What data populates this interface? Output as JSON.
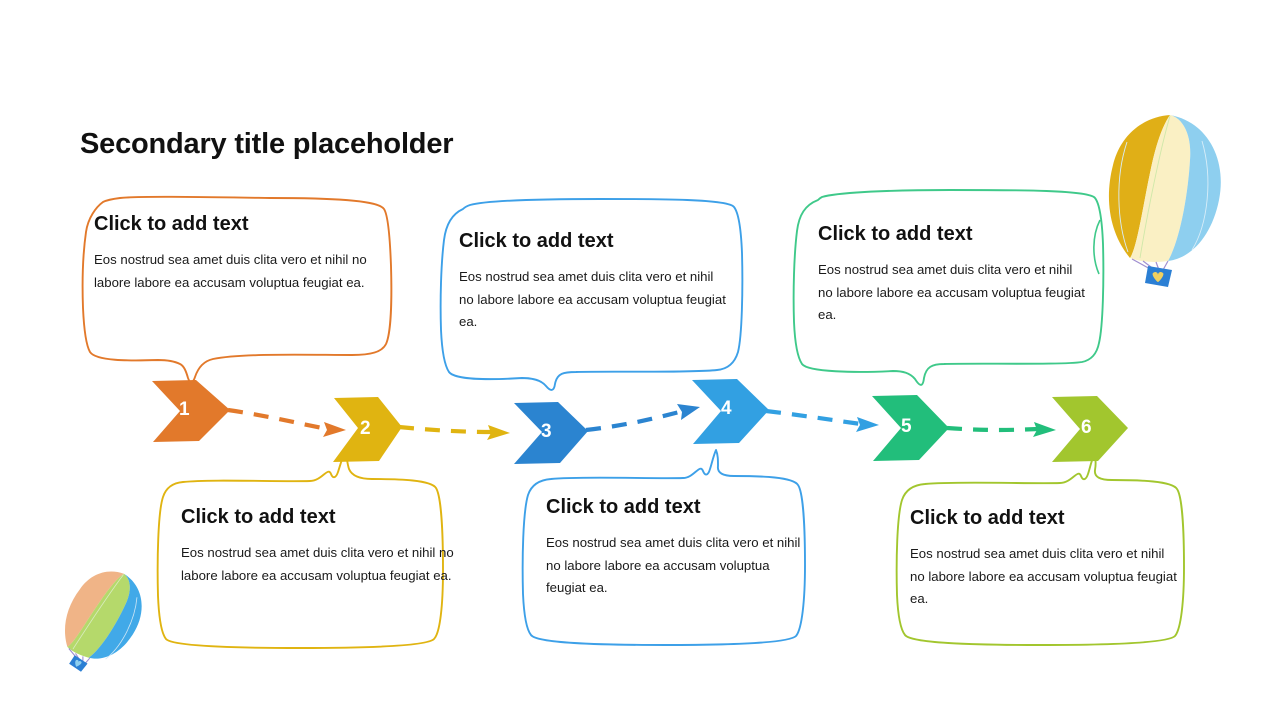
{
  "slide": {
    "title": "Secondary title placeholder",
    "background_color": "#FFFFFF"
  },
  "steps": [
    {
      "number": "1",
      "color": "#E2792B",
      "heading": "Click to add text",
      "body": "Eos nostrud sea amet duis clita vero et nihil no labore labore ea accusam voluptua feugiat ea.",
      "bubble_position": "above"
    },
    {
      "number": "2",
      "color": "#E0B411",
      "heading": "Click to add text",
      "body": "Eos nostrud sea amet duis clita vero et nihil no labore labore ea accusam voluptua feugiat ea.",
      "bubble_position": "below"
    },
    {
      "number": "3",
      "color": "#2B84D0",
      "heading": "Click to add text",
      "body": "Eos nostrud sea amet duis clita vero et nihil no labore labore ea accusam voluptua feugiat ea.",
      "bubble_position": "above"
    },
    {
      "number": "4",
      "color": "#32A0E2",
      "heading": "Click to add text",
      "body": "Eos nostrud sea amet duis clita vero et nihil no labore labore ea accusam voluptua feugiat ea.",
      "bubble_position": "below"
    },
    {
      "number": "5",
      "color": "#22BE7B",
      "heading": "Click to add text",
      "body": "Eos nostrud sea amet duis clita vero et nihil no labore labore ea accusam voluptua feugiat ea.",
      "bubble_position": "above"
    },
    {
      "number": "6",
      "color": "#A2C62E",
      "heading": "Click to add text",
      "body": "Eos nostrud sea amet duis clita vero et nihil no labore labore ea accusam voluptua feugiat ea.",
      "bubble_position": "below"
    }
  ],
  "connectors": [
    {
      "from": "1",
      "to": "2",
      "color": "#E2792B",
      "style": "dashed-arrow"
    },
    {
      "from": "2",
      "to": "3",
      "color": "#E0B411",
      "style": "dashed-arrow"
    },
    {
      "from": "3",
      "to": "4",
      "color": "#2B84D0",
      "style": "dashed-arrow"
    },
    {
      "from": "4",
      "to": "5",
      "color": "#32A0E2",
      "style": "dashed-arrow"
    },
    {
      "from": "5",
      "to": "6",
      "color": "#22BE7B",
      "style": "dashed-arrow"
    }
  ],
  "decorations": [
    {
      "name": "hot-air-balloon-top-right",
      "panel_colors": [
        "#E0AF17",
        "#FAF0C4",
        "#8ECFEF"
      ],
      "basket_color": "#2B7FD4",
      "basket_emblem_color": "#F0D060",
      "rope_color": "#A08FD0",
      "trail_color": "#3FC98A"
    },
    {
      "name": "hot-air-balloon-bottom-left",
      "panel_colors": [
        "#F0B487",
        "#B5D96B",
        "#41A9E8"
      ],
      "basket_color": "#2B7FD4",
      "basket_emblem_color": "#8ECFEF",
      "rope_color": "#A08FD0"
    }
  ]
}
